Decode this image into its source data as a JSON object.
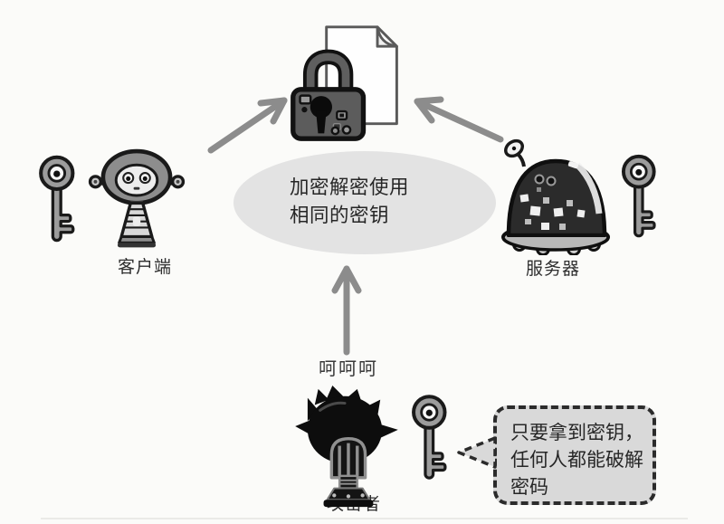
{
  "center_note": {
    "lines": [
      "加密解密使用",
      "相同的密钥"
    ]
  },
  "client": {
    "label": "客户端"
  },
  "server": {
    "label": "服务器"
  },
  "attacker": {
    "label": "攻击者",
    "laugh": "呵呵呵"
  },
  "speech_bubble": {
    "lines": [
      "只要拿到密钥，",
      "任何人都能破解",
      "密码"
    ]
  },
  "icons": {
    "client_key": "key-icon",
    "server_key": "key-icon",
    "attacker_key": "key-icon",
    "client_robot": "client-robot-icon",
    "server_robot": "server-robot-icon",
    "attacker_robot": "attacker-robot-icon",
    "locked_document": "locked-document-icon",
    "arrow_client_to_lock": "arrow-up-right-icon",
    "arrow_server_to_lock": "arrow-up-left-icon",
    "arrow_attacker_to_note": "arrow-up-icon",
    "bubble_tail": "speech-bubble-tail-icon"
  },
  "colors": {
    "background": "#fbfbf9",
    "outline": "#1a1a1a",
    "arrow": "#8c8c8c",
    "ellipse_fill": "#e3e3e3",
    "bubble_fill": "#d9d9d9",
    "metal": "#9c9c9c",
    "text": "#262626"
  }
}
